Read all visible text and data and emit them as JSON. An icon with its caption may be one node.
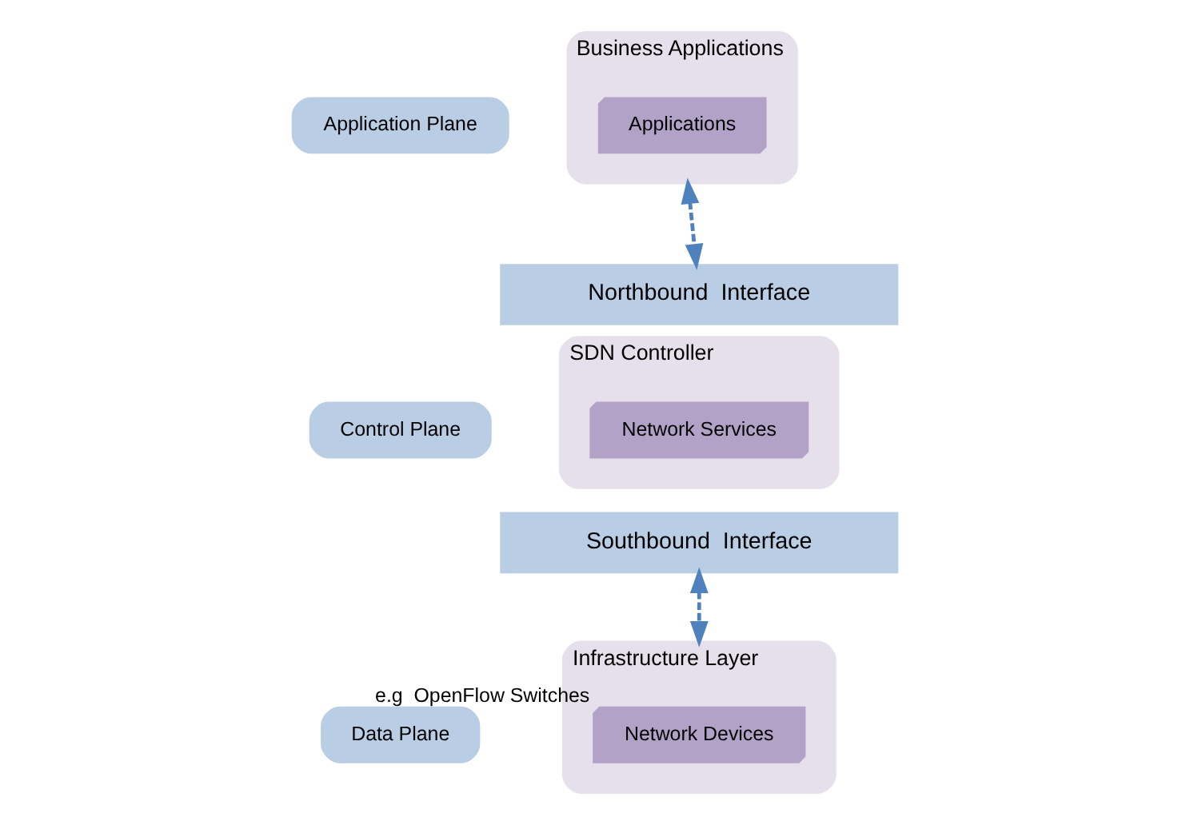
{
  "diagram": {
    "nodes": [
      {
        "text": [
          "Application Plane"
        ]
      },
      {
        "text": [
          "Control Plane"
        ]
      },
      {
        "text": [
          "Data Plane"
        ]
      },
      {
        "text": [
          "Business Applications"
        ]
      },
      {
        "text": [
          "Applications"
        ],
        "in": 3
      },
      {
        "text": [
          "SDN Controller"
        ]
      },
      {
        "text": [
          "Northbound  Interface"
        ]
      },
      {
        "text": [
          "Network Services"
        ],
        "in": 5
      },
      {
        "text": [
          "Southbound  Interface"
        ]
      },
      {
        "text": [
          "Infrastructure Layer"
        ]
      },
      {
        "text": [
          "Network Devices"
        ],
        "in": 9,
        "beside": [
          "e.g  OpenFlow Switches"
        ]
      }
    ],
    "edges": [
      {
        "from": 3,
        "to": 6,
        "arrow": "both",
        "style": "dashed"
      },
      {
        "from": 8,
        "to": 9,
        "arrow": "both",
        "style": "dashed"
      }
    ]
  }
}
